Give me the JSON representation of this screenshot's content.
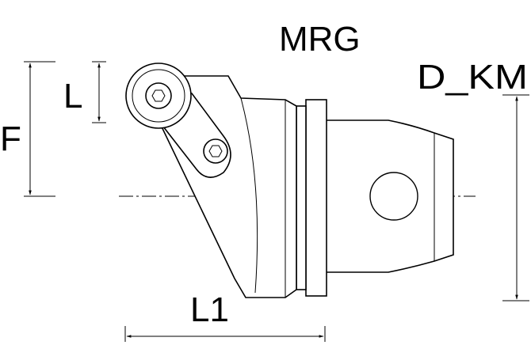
{
  "title": "MRG",
  "dimensions": {
    "F": "F",
    "L": "L",
    "L1": "L1",
    "D_KM": "D_KM"
  }
}
